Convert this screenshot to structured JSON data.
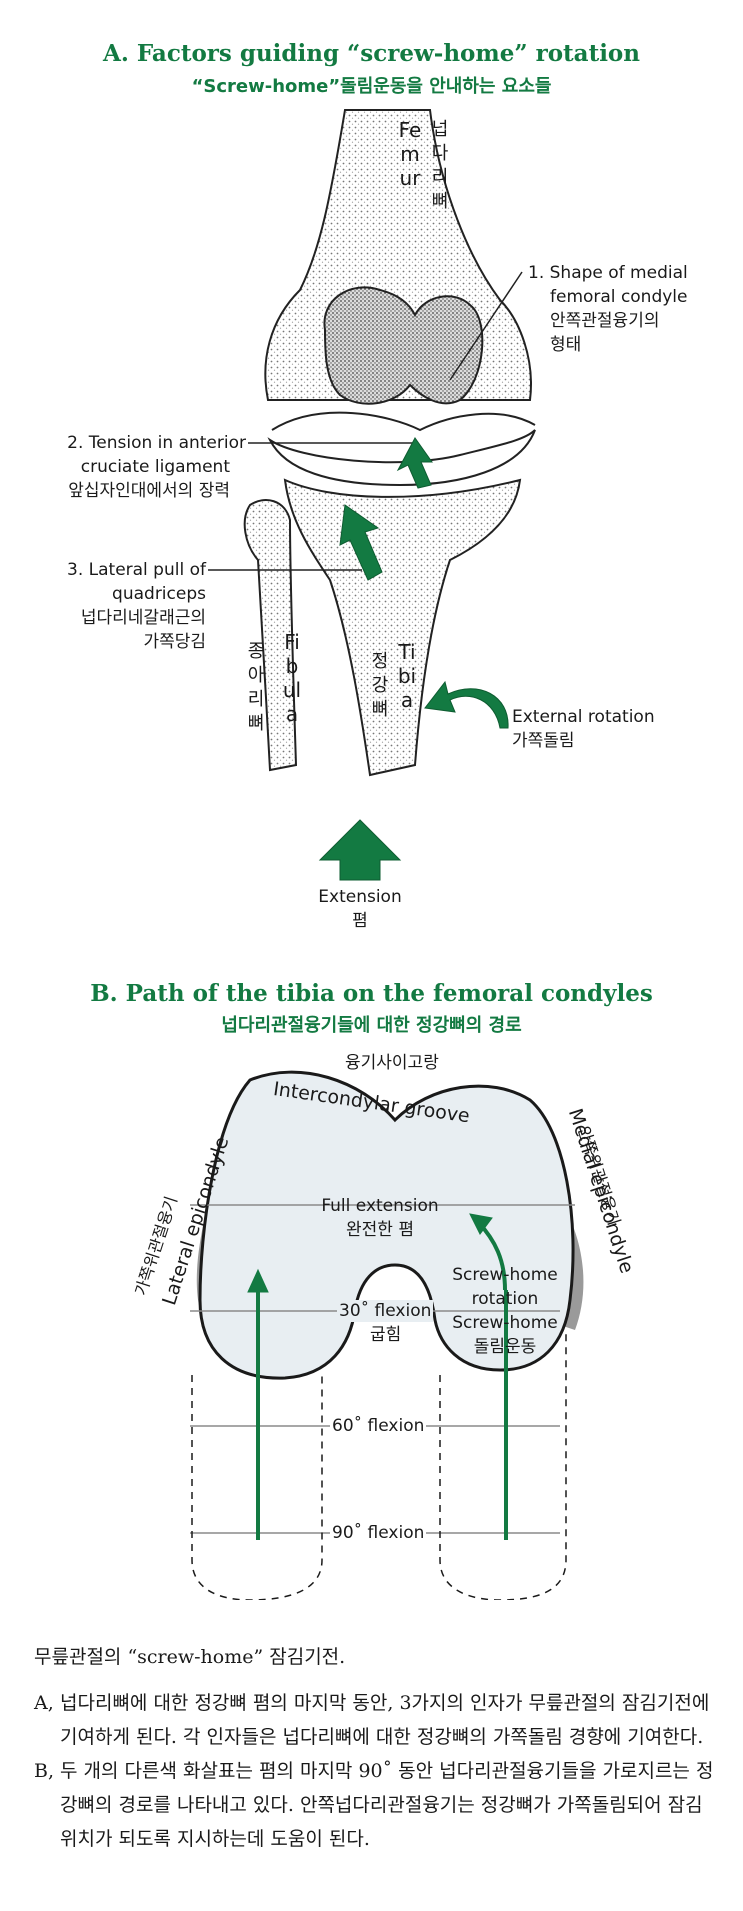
{
  "section_a": {
    "title_en": "A. Factors guiding “screw-home” rotation",
    "title_ko": "“Screw-home”돌림운동을 안내하는 요소들",
    "femur_en": "Femur",
    "femur_ko": "넙다리뼈",
    "factor1_en_1": "1. Shape of medial",
    "factor1_en_2": "femoral condyle",
    "factor1_ko_1": "안쪽관절융기의",
    "factor1_ko_2": "형태",
    "factor2_en_1": "2. Tension in anterior",
    "factor2_en_2": "cruciate ligament",
    "factor2_ko": "앞십자인대에서의 장력",
    "factor3_en_1": "3. Lateral pull of",
    "factor3_en_2": "quadriceps",
    "factor3_ko_1": "넙다리네갈래근의",
    "factor3_ko_2": "가쪽당김",
    "fibula_ko": "종아리뼈",
    "fibula_en": "Fibula",
    "tibia_ko": "정강뼈",
    "tibia_en": "Tibia",
    "ext_rot_en": "External rotation",
    "ext_rot_ko": "가쪽돌림",
    "extension_en": "Extension",
    "extension_ko": "폄"
  },
  "section_b": {
    "title_en": "B. Path of the tibia on the femoral condyles",
    "title_ko": "넙다리관절융기들에 대한 정강뼈의 경로",
    "groove_ko": "융기사이고랑",
    "groove_en": "Intercondylar groove",
    "lateral_ko": "가쪽위관절융기",
    "lateral_en": "Lateral epicondyle",
    "medial_ko": "안쪽위관절융기",
    "medial_en": "Medial epicondyle",
    "full_ext_en": "Full extension",
    "full_ext_ko": "완전한 폄",
    "screw_en_1": "Screw-home",
    "screw_en_2": "rotation",
    "screw_ko_1": "Screw-home",
    "screw_ko_2": "돌림운동",
    "flex30_en": "30˚ flexion",
    "flex30_ko": "굽힘",
    "flex60_en": "60˚ flexion",
    "flex90_en": "90˚ flexion"
  },
  "caption": {
    "heading": "무릎관절의 “screw-home” 잠김기전.",
    "a_marker": "A,",
    "a_text": "넙다리뼈에 대한 정강뼈 폄의 마지막 동안, 3가지의 인자가 무릎관절의 잠김기전에 기여하게 된다. 각 인자들은 넙다리뼈에 대한 정강뼈의 가쪽돌림 경향에 기여한다.",
    "b_marker": "B,",
    "b_text": "두 개의 다른색 화살표는 폄의 마지막 90˚ 동안 넙다리관절융기들을 가로지르는 정강뼈의 경로를 나타내고 있다. 안쪽넙다리관절융기는 정강뼈가 가쪽돌림되어 잠김위치가 되도록 지시하는데 도움이 된다."
  },
  "colors": {
    "accent_green": "#137a42",
    "condyle_fill": "#e8eef2",
    "shadow_gray": "#9a9a9a"
  }
}
